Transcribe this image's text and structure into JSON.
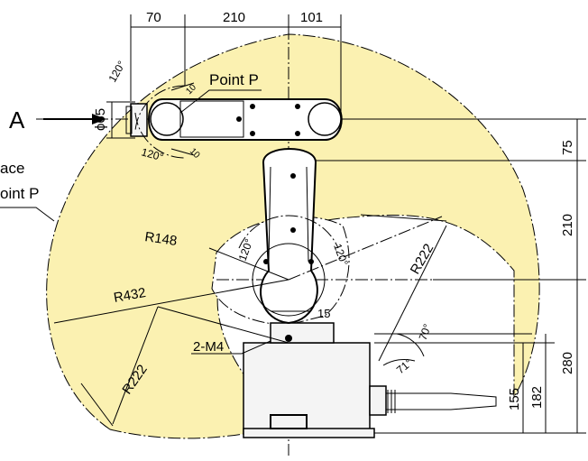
{
  "view_label": "A",
  "point_label": "Point P",
  "space_label_line1": "ace",
  "space_label_line2": "oint P",
  "colors": {
    "envelope_fill": "#fbf1b1",
    "line": "#000000",
    "background": "#ffffff"
  },
  "dims_top": [
    "70",
    "210",
    "101"
  ],
  "dims_right": [
    "75",
    "210",
    "280",
    "182",
    "155"
  ],
  "radii": {
    "r148": "R148",
    "r432": "R432",
    "r222_right": "R222",
    "r222_left": "R222"
  },
  "angles": {
    "tool_top": "120°",
    "tool_bottom": "120°",
    "elbow_left": "120°",
    "elbow_right": "120°",
    "base_70": "70°",
    "base_71": "71°",
    "tool_small_top": "10",
    "tool_small_bottom": "10"
  },
  "misc": {
    "diameter": "ϕ65",
    "offset": "15",
    "mount": "2-M4"
  }
}
